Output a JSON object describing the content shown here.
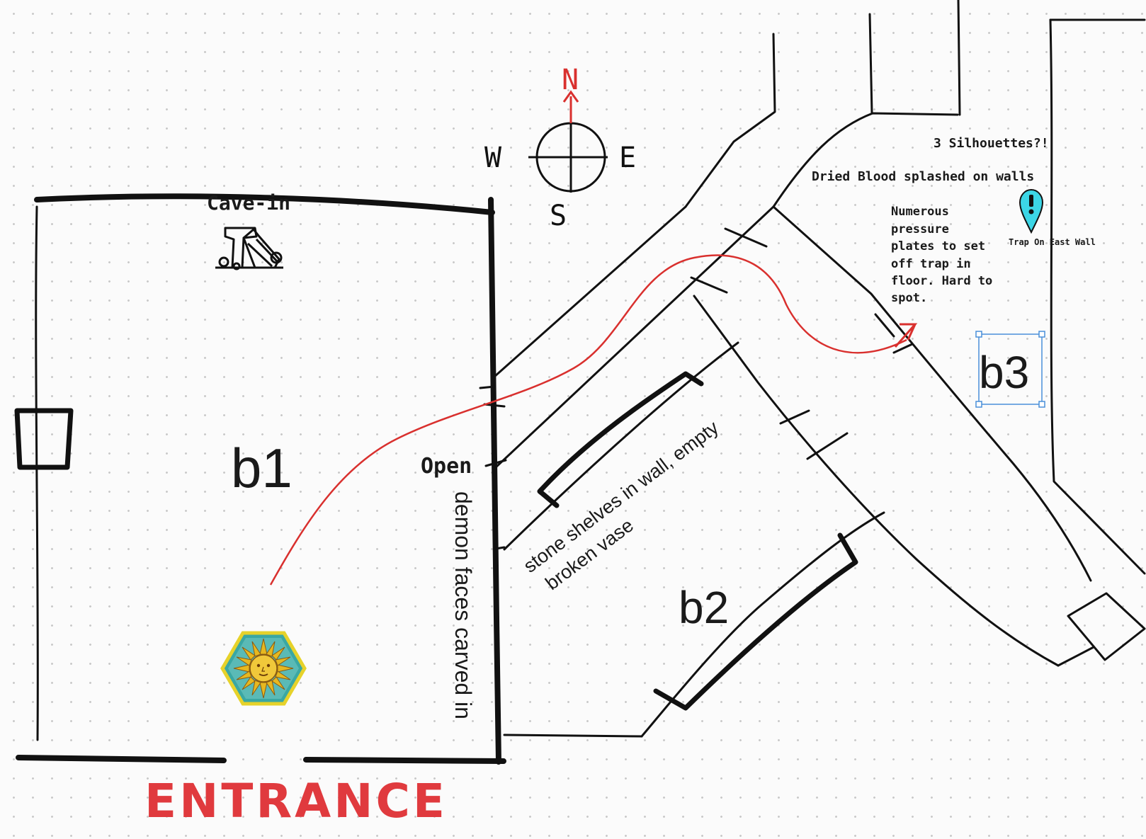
{
  "compass": {
    "n": "N",
    "s": "S",
    "e": "E",
    "w": "W"
  },
  "rooms": {
    "b1": "b1",
    "b2": "b2",
    "b3": "b3"
  },
  "labels": {
    "cave_in": "Cave-in",
    "open": "Open",
    "demon_faces": "demon faces carved in",
    "stone_shelves_1": "stone shelves in wall, empty",
    "stone_shelves_2": "broken vase",
    "silhouettes": "3 Silhouettes?!",
    "dried_blood": "Dried Blood splashed on walls",
    "pressure_1": "Numerous",
    "pressure_2": "pressure",
    "pressure_3": "plates to set",
    "pressure_4": "off trap in",
    "pressure_5": "floor. Hard to",
    "pressure_6": "spot.",
    "trap": "Trap On East Wall",
    "entrance": "ENTRANCE"
  },
  "icons": {
    "cave_in": "rubble-icon",
    "trap": "map-pin-exclamation-icon",
    "sun": "sun-face-token-icon"
  },
  "colors": {
    "ink": "#111111",
    "path_red": "#d9302e",
    "entrance_red": "#e03a3e",
    "pin_cyan": "#3cd6e6",
    "selection_blue": "#4a90d9",
    "token_gold": "#e6c02a",
    "token_teal": "#3aa7a3"
  }
}
